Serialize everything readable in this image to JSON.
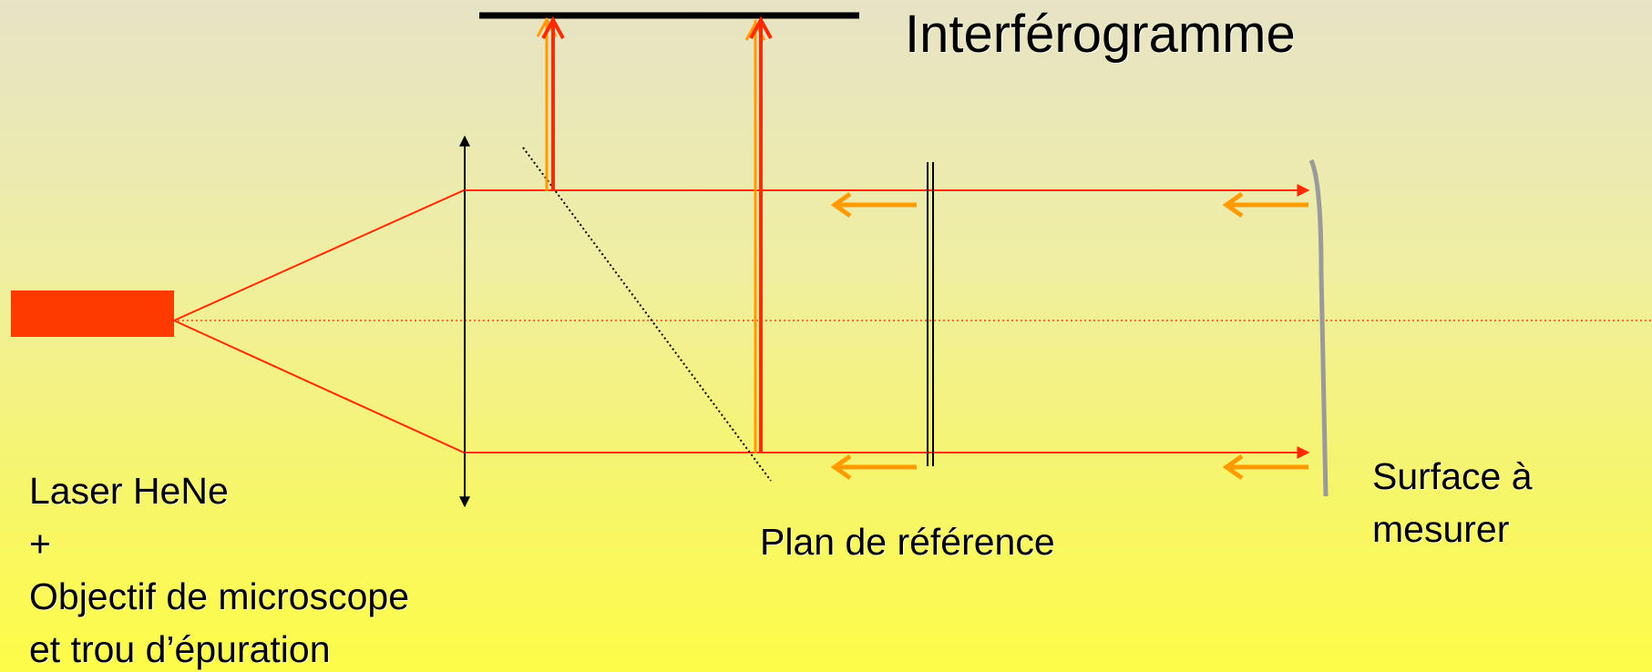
{
  "title": "Interférogramme",
  "labels": {
    "laser": [
      "Laser HeNe",
      "+",
      "Objectif de microscope",
      "et trou d’épuration"
    ],
    "reference_plane": "Plan de  référence",
    "surface": [
      "Surface à",
      "mesurer"
    ]
  },
  "colors": {
    "laser": "#ff3b00",
    "beam": "#ff2a00",
    "return_beam": "#ff9a00",
    "lens": "#000000",
    "screen": "#000000",
    "surface": "#9a9a9a",
    "splitter": "#000000"
  }
}
